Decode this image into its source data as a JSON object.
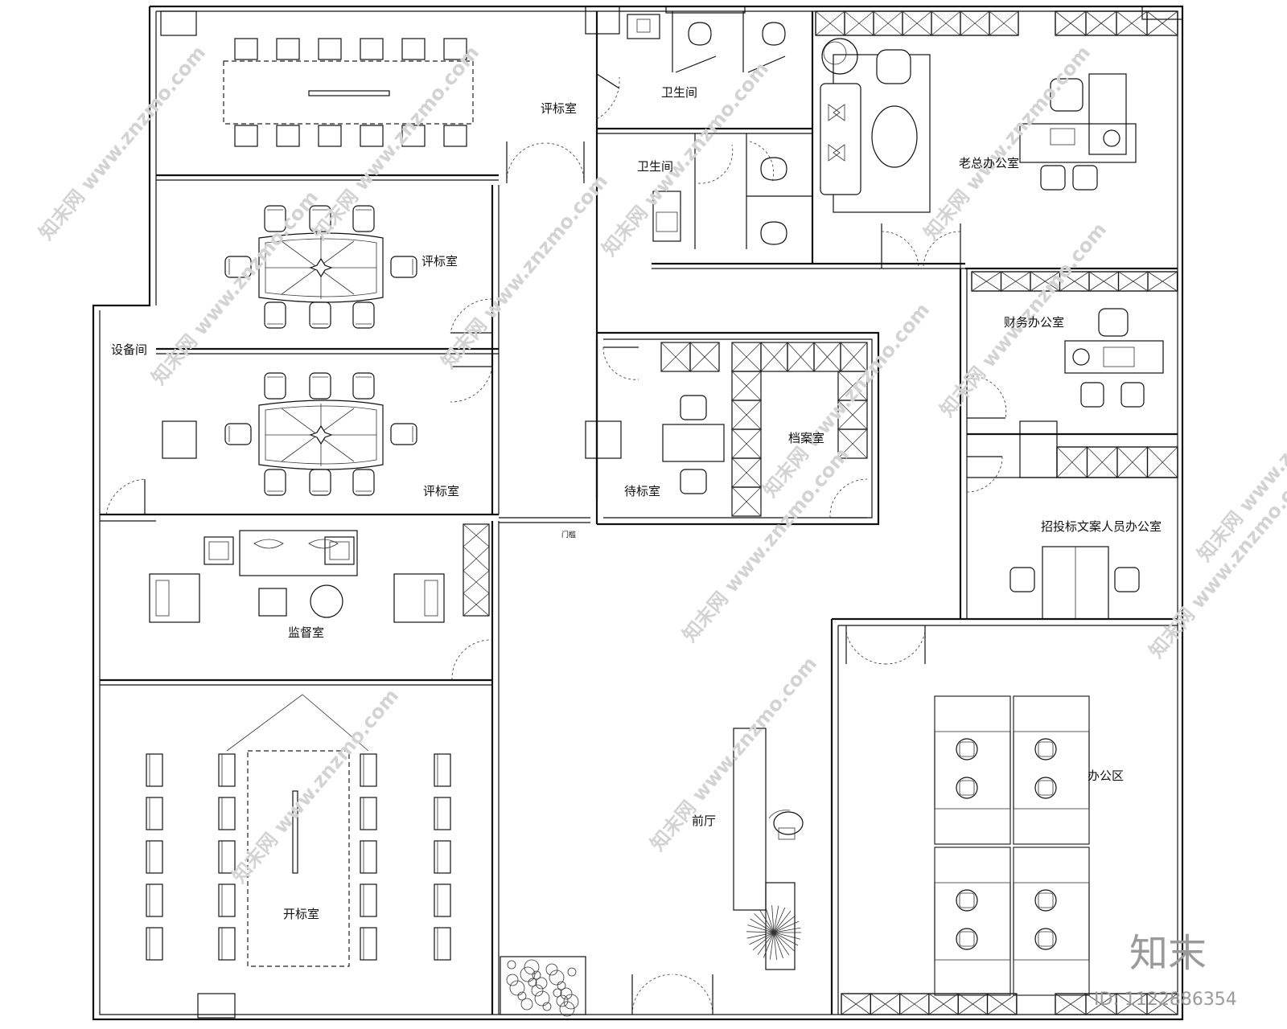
{
  "rooms": {
    "bid_eval_1": "评标室",
    "bid_eval_2": "评标室",
    "bid_eval_3": "评标室",
    "equipment": "设备间",
    "restroom_1": "卫生间",
    "restroom_2": "卫生间",
    "ceo_office": "老总办公室",
    "finance_office": "财务办公室",
    "archive": "档案室",
    "waiting": "待标室",
    "doc_staff_office": "招投标文案人员办公室",
    "supervision": "监督室",
    "bid_opening": "开标室",
    "reception": "前厅",
    "office_area": "办公区",
    "small_label": "门槛"
  },
  "watermark": {
    "site": "www.znzmo.com",
    "brand": "知末网"
  },
  "logo": {
    "text": "知末",
    "id_text": "ID: 1122886354"
  }
}
